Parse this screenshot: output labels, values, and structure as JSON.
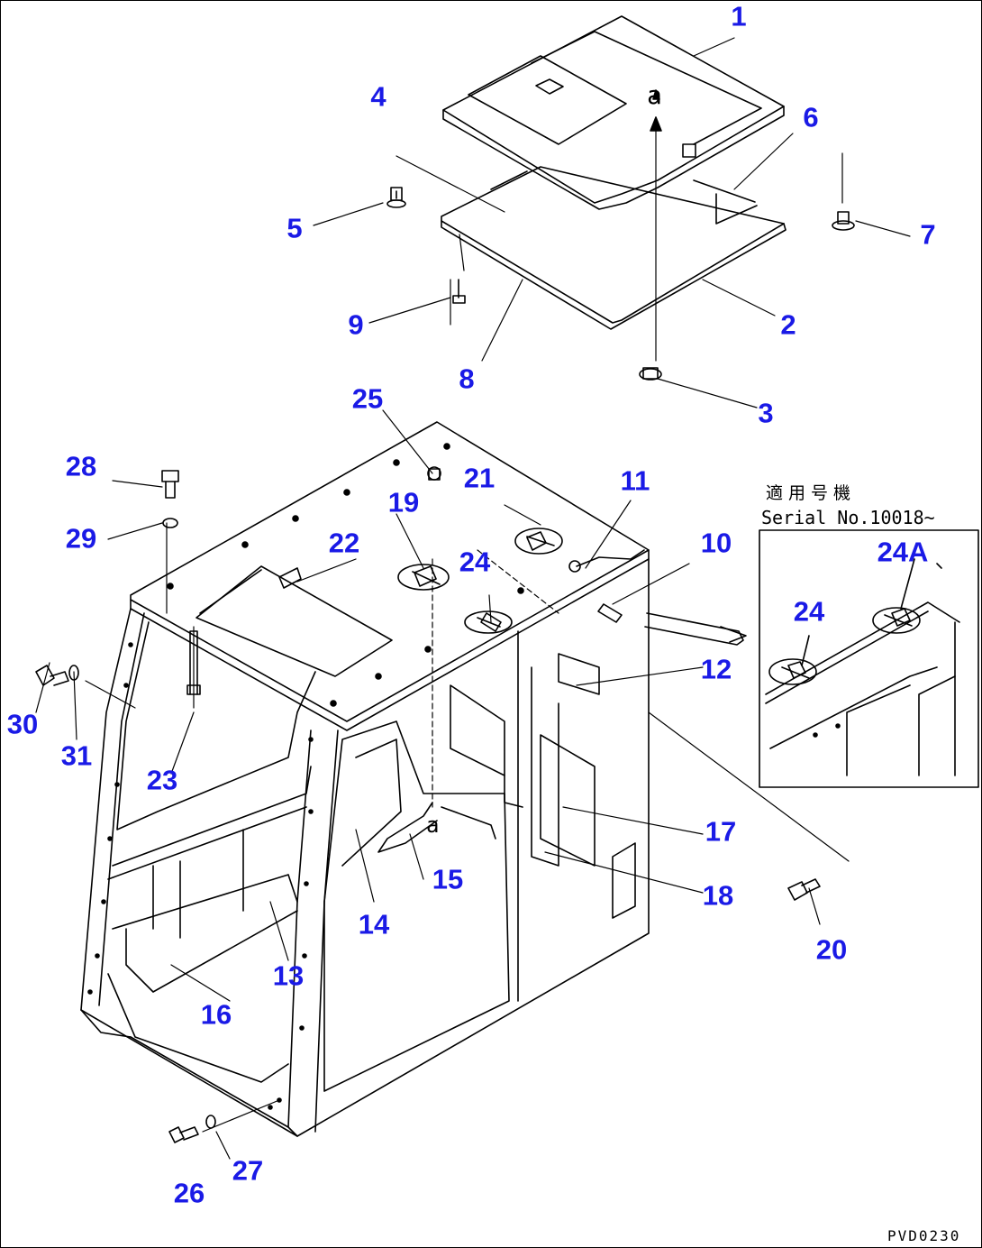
{
  "diagram": {
    "callouts": [
      "1",
      "2",
      "3",
      "4",
      "5",
      "6",
      "7",
      "8",
      "9",
      "10",
      "11",
      "12",
      "13",
      "14",
      "15",
      "16",
      "17",
      "18",
      "19",
      "20",
      "21",
      "22",
      "23",
      "24",
      "24A",
      "24",
      "25",
      "26",
      "27",
      "28",
      "29",
      "30",
      "31"
    ],
    "inset": {
      "title_jp": "適用号機",
      "title_en": "Serial No.10018~"
    },
    "view_marks": [
      "a",
      "a"
    ],
    "drawing_code": "PVD0230"
  },
  "colors": {
    "callout": "#1a1ae6",
    "line": "#000000",
    "background": "#ffffff"
  }
}
